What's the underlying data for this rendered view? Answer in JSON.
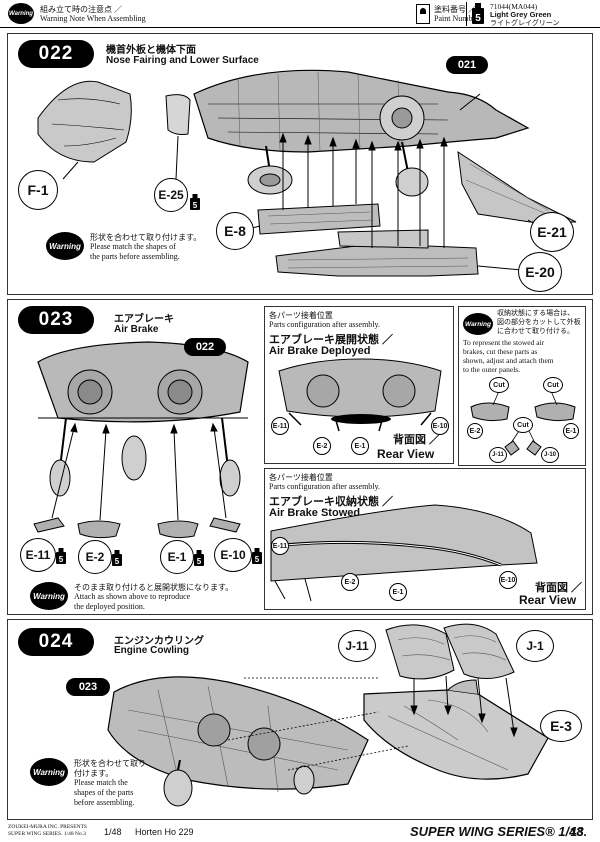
{
  "header": {
    "warning_badge": "Warning",
    "note_jp": "組み立て時の注意点 ／",
    "note_en": "Warning Note When Assembling",
    "paint_jp": "塗料番号 ／",
    "paint_en": "Paint Number",
    "color_number": "5",
    "color_code": "71044(MA044)",
    "color_name_en": "Light Grey Green",
    "color_name_jp": "ライトグレイグリーン"
  },
  "steps": {
    "s022": {
      "number": "022",
      "title_jp": "機首外板と機体下面",
      "title_en": "Nose Fairing and Lower Surface",
      "ref_tag": "021",
      "parts": {
        "f1": "F-1",
        "e25": "E-25",
        "e8": "E-8",
        "e21": "E-21",
        "e20": "E-20"
      },
      "paint": {
        "e25": "5"
      },
      "warning": {
        "badge": "Warning",
        "jp": "形状を合わせて取り付けます。",
        "en1": "Please match the shapes of",
        "en2": "the parts before assembling."
      }
    },
    "s023": {
      "number": "023",
      "title_jp": "エアブレーキ",
      "title_en": "Air Brake",
      "ref_tag": "022",
      "parts": {
        "e11": "E-11",
        "e2": "E-2",
        "e1": "E-1",
        "e10": "E-10"
      },
      "paint": {
        "e11": "5",
        "e2": "5",
        "e1": "5",
        "e10": "5"
      },
      "warning": {
        "badge": "Warning",
        "jp": "そのまま取り付けると展開状態になります。",
        "en1": "Attach as shown above to reproduce",
        "en2": "the deployed position."
      },
      "deployed_box": {
        "jp": "各パーツ接着位置",
        "en": "Parts configuration after assembly.",
        "title_jp": "エアブレーキ展開状態 ／",
        "title_en": "Air Brake Deployed",
        "rear_jp": "背面図 ／",
        "rear_en": "Rear View",
        "labels": {
          "e11": "E-11",
          "e2": "E-2",
          "e1": "E-1",
          "e10": "E-10"
        }
      },
      "stowed_box": {
        "jp": "各パーツ接着位置",
        "en": "Parts configuration after assembly.",
        "title_jp": "エアブレーキ収納状態 ／",
        "title_en": "Air Brake Stowed",
        "rear_jp": "背面図 ／",
        "rear_en": "Rear View",
        "labels": {
          "e11": "E-11",
          "e2": "E-2",
          "e1": "E-1",
          "e10": "E-10"
        }
      },
      "cut_box": {
        "badge": "Warning",
        "jp1": "収納状態にする場合は、",
        "jp2": "図の部分をカットして外板",
        "jp3": "に合わせて取り付ける。",
        "en1": "To represent the stowed air",
        "en2": "brakes, cut these parts as",
        "en3": "shown, adjust and attach them",
        "en4": "to the outer panels.",
        "cut": "Cut",
        "labels": {
          "e2": "E-2",
          "e1": "E-1",
          "j11": "J-11",
          "j10": "J-10"
        }
      }
    },
    "s024": {
      "number": "024",
      "title_jp": "エンジンカウリング",
      "title_en": "Engine Cowling",
      "ref_tag": "023",
      "parts": {
        "j11": "J-11",
        "j1": "J-1",
        "e3": "E-3"
      },
      "warning": {
        "badge": "Warning",
        "jp1": "形状を合わせて取り",
        "jp2": "付けます。",
        "en1": "Please match the",
        "en2": "shapes of the parts",
        "en3": "before assembling."
      }
    }
  },
  "footer": {
    "publisher1": "ZOUKEI-MURA INC. PRESENTS",
    "publisher2": "SUPER WING SERIES. 1/48 No.3",
    "scale": "1/48",
    "model": "Horten Ho 229",
    "series": "SUPER WING SERIES® 1/48",
    "page": "13."
  },
  "colors": {
    "ink": "#000000",
    "paint_grey_green": "#8a938c",
    "panel_border": "#333333"
  }
}
